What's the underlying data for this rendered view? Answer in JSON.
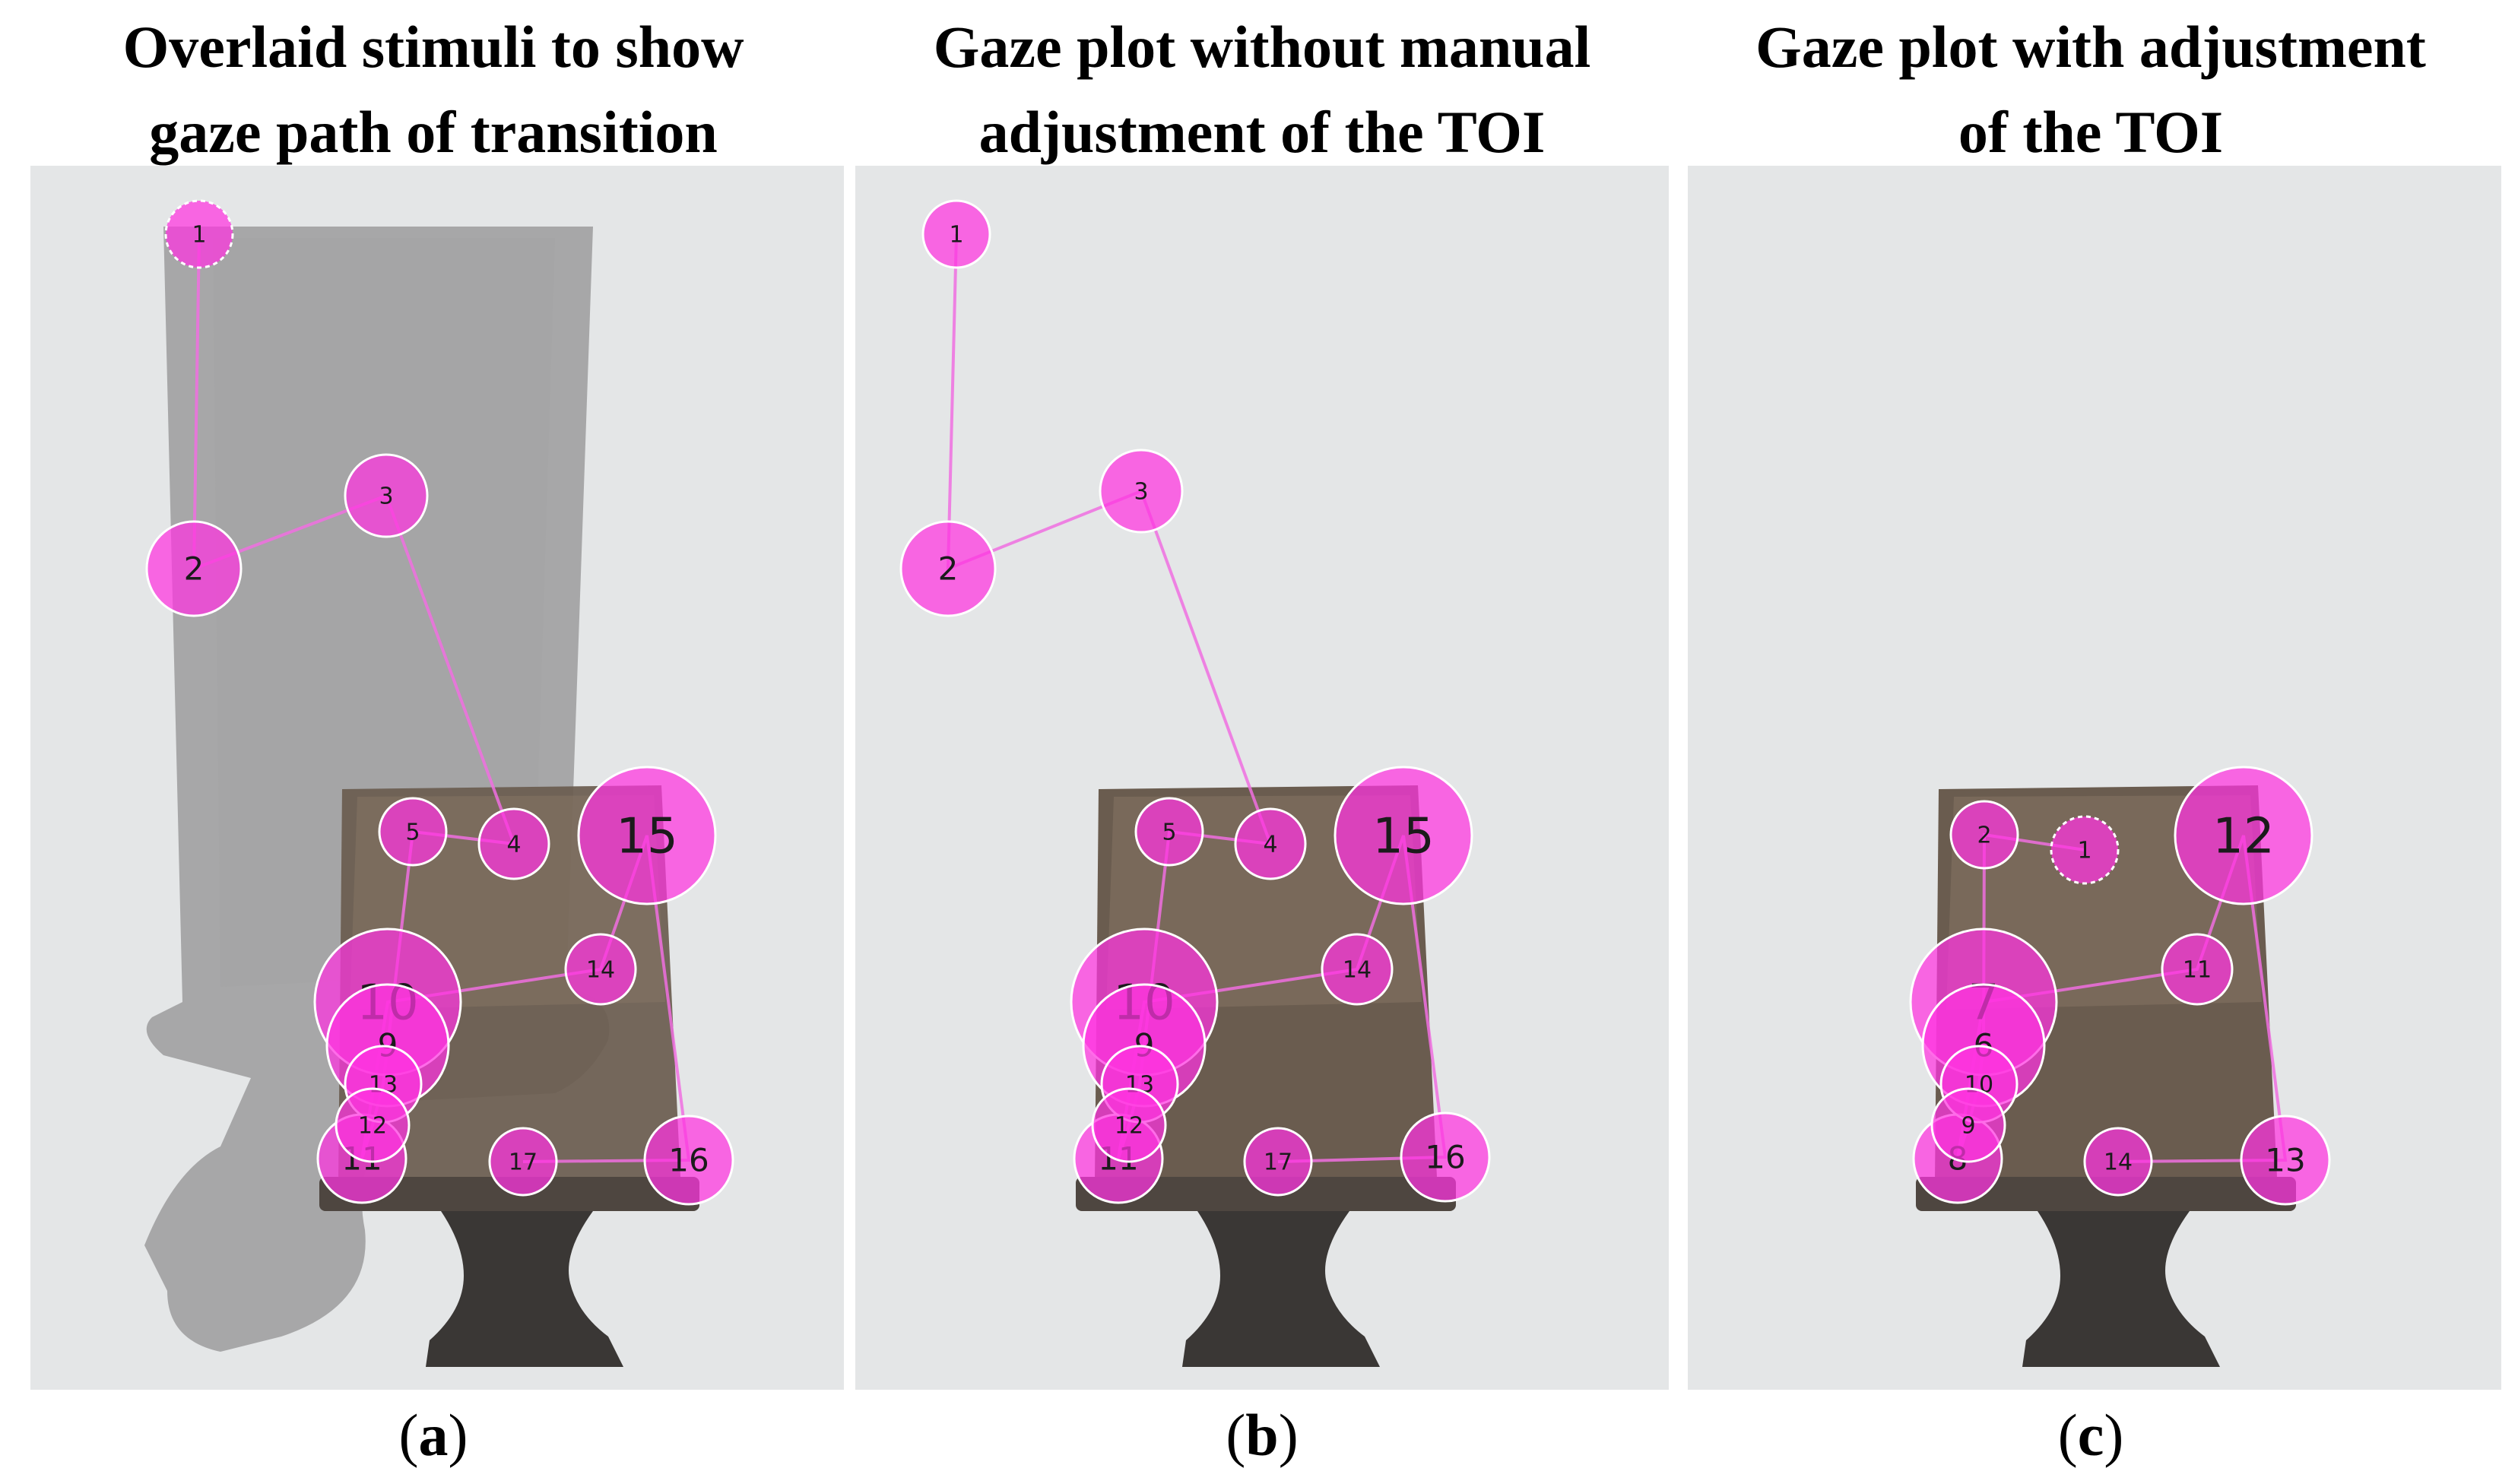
{
  "figure": {
    "panels": [
      {
        "id": "a",
        "title_line1": "Overlaid stimuli to show",
        "title_line2": "gaze path of transition",
        "caption_open": "(",
        "caption_letter": "a",
        "caption_close": ")",
        "overlay_stimulus": true,
        "fixations": [
          {
            "label": "1",
            "r": 44,
            "style": "first"
          },
          {
            "label": "2",
            "r": 62
          },
          {
            "label": "3",
            "r": 54
          },
          {
            "label": "4",
            "r": 46
          },
          {
            "label": "5",
            "r": 44
          },
          {
            "label": "9",
            "r": 80
          },
          {
            "label": "10",
            "r": 96
          },
          {
            "label": "13",
            "r": 50
          },
          {
            "label": "12",
            "r": 48
          },
          {
            "label": "11",
            "r": 58
          },
          {
            "label": "14",
            "r": 46
          },
          {
            "label": "15",
            "r": 90
          },
          {
            "label": "16",
            "r": 58
          },
          {
            "label": "17",
            "r": 44
          }
        ],
        "path": [
          "1",
          "2",
          "3",
          "4",
          "5",
          "9",
          "13",
          "12",
          "11",
          "10",
          "14",
          "15",
          "16",
          "17"
        ]
      },
      {
        "id": "b",
        "title_line1": "Gaze plot without manual",
        "title_line2": "adjustment of the TOI",
        "caption_open": "(",
        "caption_letter": "b",
        "caption_close": ")",
        "overlay_stimulus": false,
        "fixations": [
          {
            "label": "1",
            "r": 44
          },
          {
            "label": "2",
            "r": 62
          },
          {
            "label": "3",
            "r": 54
          },
          {
            "label": "4",
            "r": 46
          },
          {
            "label": "5",
            "r": 44
          },
          {
            "label": "9",
            "r": 80
          },
          {
            "label": "10",
            "r": 96
          },
          {
            "label": "13",
            "r": 50
          },
          {
            "label": "12",
            "r": 48
          },
          {
            "label": "11",
            "r": 58
          },
          {
            "label": "14",
            "r": 46
          },
          {
            "label": "15",
            "r": 90
          },
          {
            "label": "16",
            "r": 58
          },
          {
            "label": "17",
            "r": 44
          }
        ],
        "path": [
          "1",
          "2",
          "3",
          "4",
          "5",
          "9",
          "13",
          "12",
          "11",
          "10",
          "14",
          "15",
          "16",
          "17"
        ]
      },
      {
        "id": "c",
        "title_line1": "Gaze plot with adjustment",
        "title_line2": "of the TOI",
        "caption_open": "(",
        "caption_letter": "c",
        "caption_close": ")",
        "overlay_stimulus": false,
        "fixations": [
          {
            "label": "1",
            "r": 44,
            "style": "first"
          },
          {
            "label": "2",
            "r": 44
          },
          {
            "label": "6",
            "r": 80
          },
          {
            "label": "7",
            "r": 96
          },
          {
            "label": "10",
            "r": 50
          },
          {
            "label": "9",
            "r": 48
          },
          {
            "label": "8",
            "r": 58
          },
          {
            "label": "11",
            "r": 46
          },
          {
            "label": "12",
            "r": 90
          },
          {
            "label": "13",
            "r": 58
          },
          {
            "label": "14",
            "r": 44
          }
        ],
        "path": [
          "1",
          "2",
          "6",
          "10",
          "9",
          "8",
          "7",
          "11",
          "12",
          "13",
          "14"
        ]
      }
    ],
    "colors": {
      "fixation_fill": "#ff33e0",
      "fixation_stroke": "#ffffff",
      "path_line": "#f06ee0",
      "label": "#1b1b1b",
      "background_photo": "#e4e6e7",
      "blade_ghost": "#8f8f90",
      "blade_metal": "#6a5c4f",
      "platform": "#4e4640",
      "root": "#3a3735"
    }
  }
}
